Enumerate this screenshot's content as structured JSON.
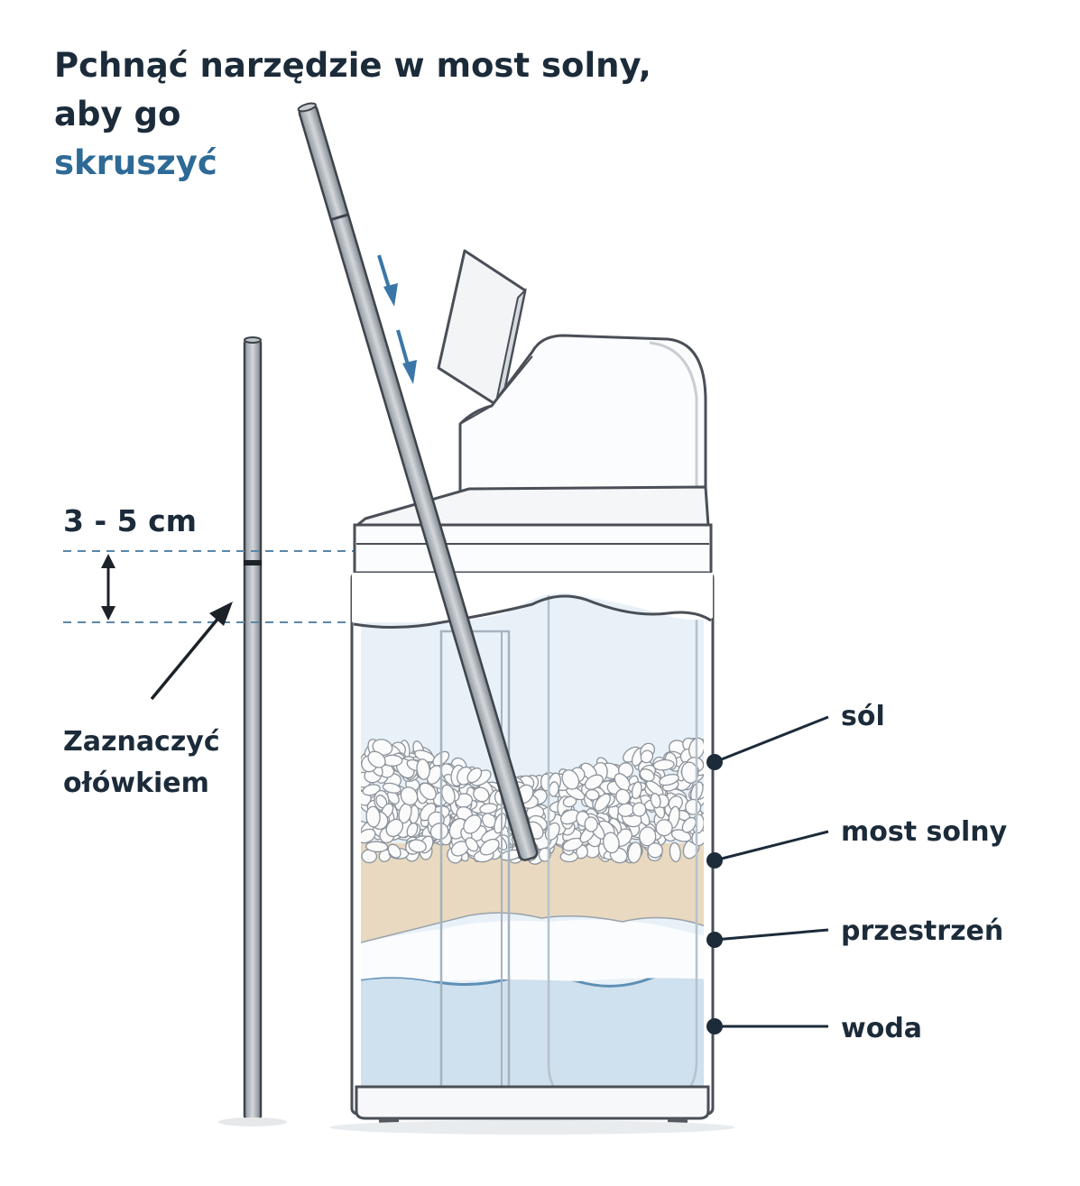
{
  "title": {
    "line1": "Pchnąć narzędzie w most solny,",
    "line2": "aby go",
    "line3": "skruszyć"
  },
  "measure": {
    "text": "3 - 5 cm"
  },
  "mark_note": {
    "line1": "Zaznaczyć",
    "line2": "ołówkiem"
  },
  "layers": {
    "salt": "sól",
    "salt_bridge": "most solny",
    "space": "przestrzeń",
    "water": "woda"
  },
  "colors": {
    "text": "#1c2b3a",
    "accent": "#2e6a96",
    "bridge": "#e8d9c0",
    "water": "#cfe0ee",
    "air": "#e9f1f8",
    "outline": "#4a4f57"
  }
}
